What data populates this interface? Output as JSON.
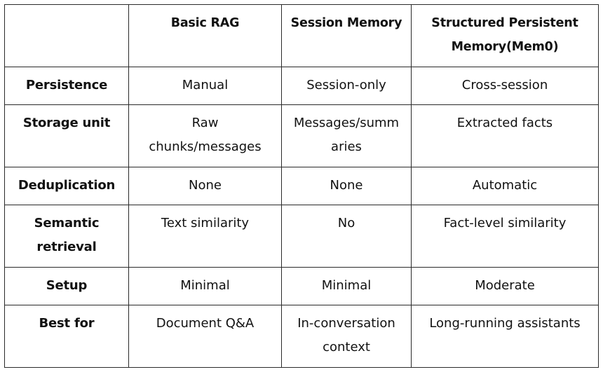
{
  "table": {
    "headers": [
      "",
      "Basic RAG",
      "Session Memory",
      "Structured Persistent Memory(Mem0)"
    ],
    "rows": [
      {
        "label": "Persistence",
        "cells": [
          "Manual",
          "Session-only",
          "Cross-session"
        ]
      },
      {
        "label": "Storage unit",
        "cells": [
          "Raw chunks/messages",
          "Messages/summaries",
          "Extracted facts"
        ]
      },
      {
        "label": "Deduplication",
        "cells": [
          "None",
          "None",
          "Automatic"
        ]
      },
      {
        "label": "Semantic retrieval",
        "cells": [
          "Text similarity",
          "No",
          "Fact-level similarity"
        ]
      },
      {
        "label": "Setup",
        "cells": [
          "Minimal",
          "Minimal",
          "Moderate"
        ]
      },
      {
        "label": "Best for",
        "cells": [
          "Document Q&A",
          "In-conversation context",
          "Long-running assistants"
        ]
      }
    ]
  }
}
